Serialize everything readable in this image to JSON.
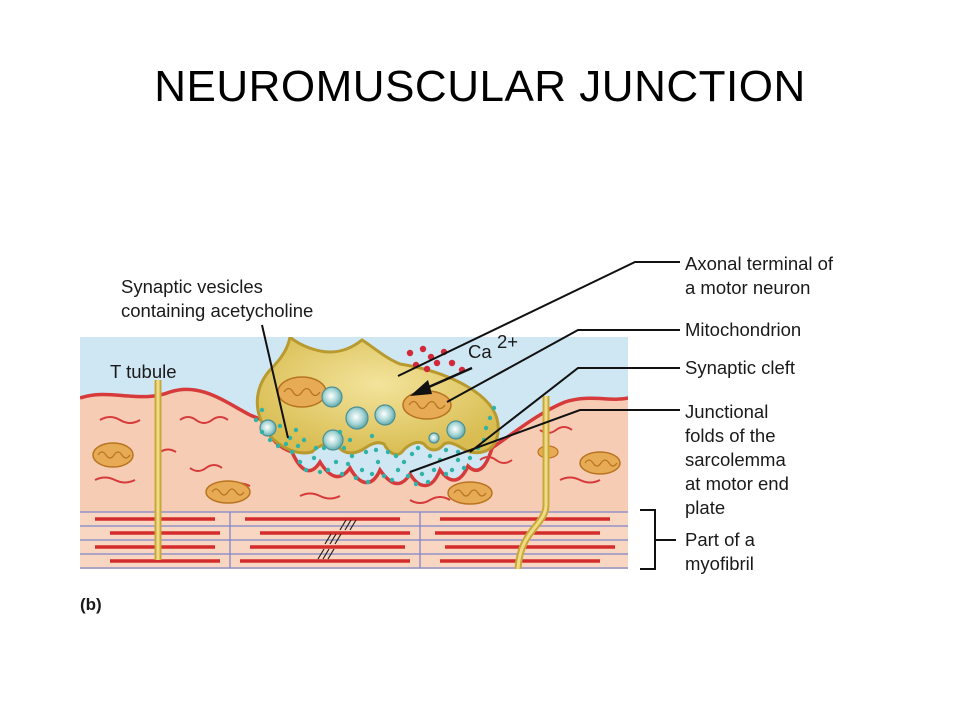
{
  "title": "NEUROMUSCULAR JUNCTION",
  "panel_label": "(b)",
  "labels": {
    "vesicles_line1": "Synaptic vesicles",
    "vesicles_line2": "containing acetycholine",
    "t_tubule": "T tubule",
    "calcium": "Ca",
    "calcium_charge": "2+",
    "axon_line1": "Axonal terminal of",
    "axon_line2": "a motor neuron",
    "mitochondrion": "Mitochondrion",
    "cleft": "Synaptic cleft",
    "folds_line1": "Junctional",
    "folds_line2": "folds of the",
    "folds_line3": "sarcolemma",
    "folds_line4": "at motor end",
    "folds_line5": "plate",
    "myofibril_line1": "Part of a",
    "myofibril_line2": "myofibril"
  },
  "colors": {
    "extracellular": "#cfe6f3",
    "muscle_fiber": "#f6cdb4",
    "sarcolemma": "#d63a3a",
    "terminal": "#e6cf6e",
    "terminal_edge": "#b89a2e",
    "mitochondria": "#e0a24a",
    "vesicle": "#8fc7c7",
    "acetylcholine": "#2fb3a8",
    "calcium": "#d0293a",
    "myofibril_band": "#d42b2b"
  }
}
